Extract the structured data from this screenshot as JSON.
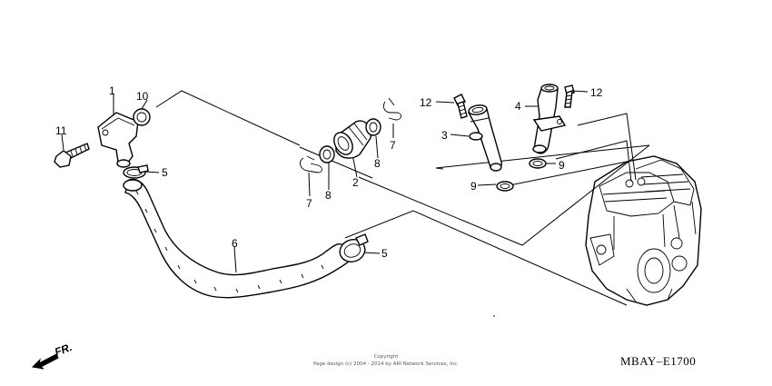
{
  "diagram": {
    "drawing_code": "MBAY–E1700",
    "copyright_line1": "Copyright",
    "copyright_line2": "Page design (c) 2004 - 2014 by ARI Network Services, Inc.",
    "direction_label": "FR.",
    "callouts": {
      "c1": "1",
      "c10": "10",
      "c11": "11",
      "c5a": "5",
      "c6": "6",
      "c5b": "5",
      "c7a": "7",
      "c8a": "8",
      "c2": "2",
      "c8b": "8",
      "c7b": "7",
      "c12a": "12",
      "c3": "3",
      "c9a": "9",
      "c4": "4",
      "c12b": "12",
      "c9b": "9"
    }
  }
}
